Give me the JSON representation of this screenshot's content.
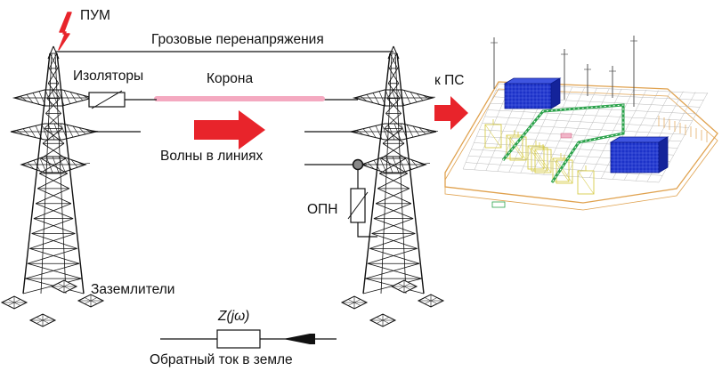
{
  "labels": {
    "lightning": "ПУМ",
    "overvoltage": "Грозовые перенапряжения",
    "insulators": "Изоляторы",
    "corona": "Корона",
    "to_substation": "к ПС",
    "waves": "Волны в линиях",
    "surge_arrester": "ОПН",
    "grounding": "Заземлители",
    "impedance": "Z(jω)",
    "return_current": "Обратный ток в земле"
  },
  "colors": {
    "lightning": "#e8242b",
    "arrow": "#e8242b",
    "corona": "#f4a9c0",
    "tower": "#111111",
    "steel": "#e0a24f",
    "equipment": "#1c32c8",
    "yellow_frame": "#d7cc4a",
    "green_bus": "#2aa24a"
  },
  "icons": [
    "lightning-bolt-icon",
    "wave-arrow-icon",
    "substation-arrow-icon",
    "current-direction-arrow-icon"
  ]
}
